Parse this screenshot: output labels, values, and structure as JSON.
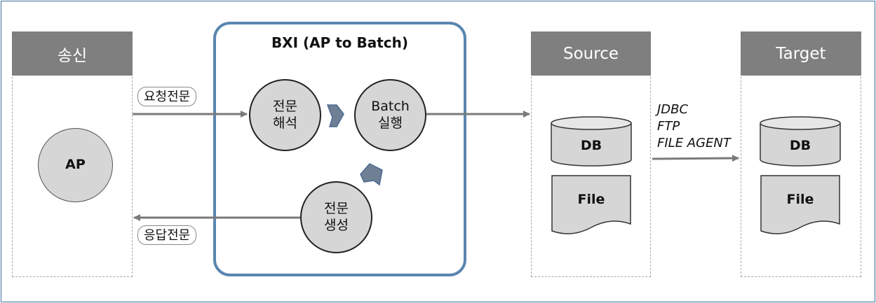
{
  "sender": {
    "header": "송신",
    "node": "AP",
    "request_tag": "요청전문",
    "response_tag": "응답전문"
  },
  "bxi": {
    "title": "BXI (AP to Batch)",
    "parse_line1": "전문",
    "parse_line2": "해석",
    "batch_line1": "Batch",
    "batch_line2": "실행",
    "gen_line1": "전문",
    "gen_line2": "생성"
  },
  "source": {
    "header": "Source",
    "db": "DB",
    "file": "File"
  },
  "protocols": {
    "line1": "JDBC",
    "line2": "FTP",
    "line3": "FILE AGENT"
  },
  "target": {
    "header": "Target",
    "db": "DB",
    "file": "File"
  },
  "colors": {
    "header_gray": "#7f7f7f",
    "node_fill": "#d6d6d6",
    "bxi_border": "#5a86b0",
    "arrow": "#7a7a7a",
    "chevron": "#6f7f94"
  }
}
